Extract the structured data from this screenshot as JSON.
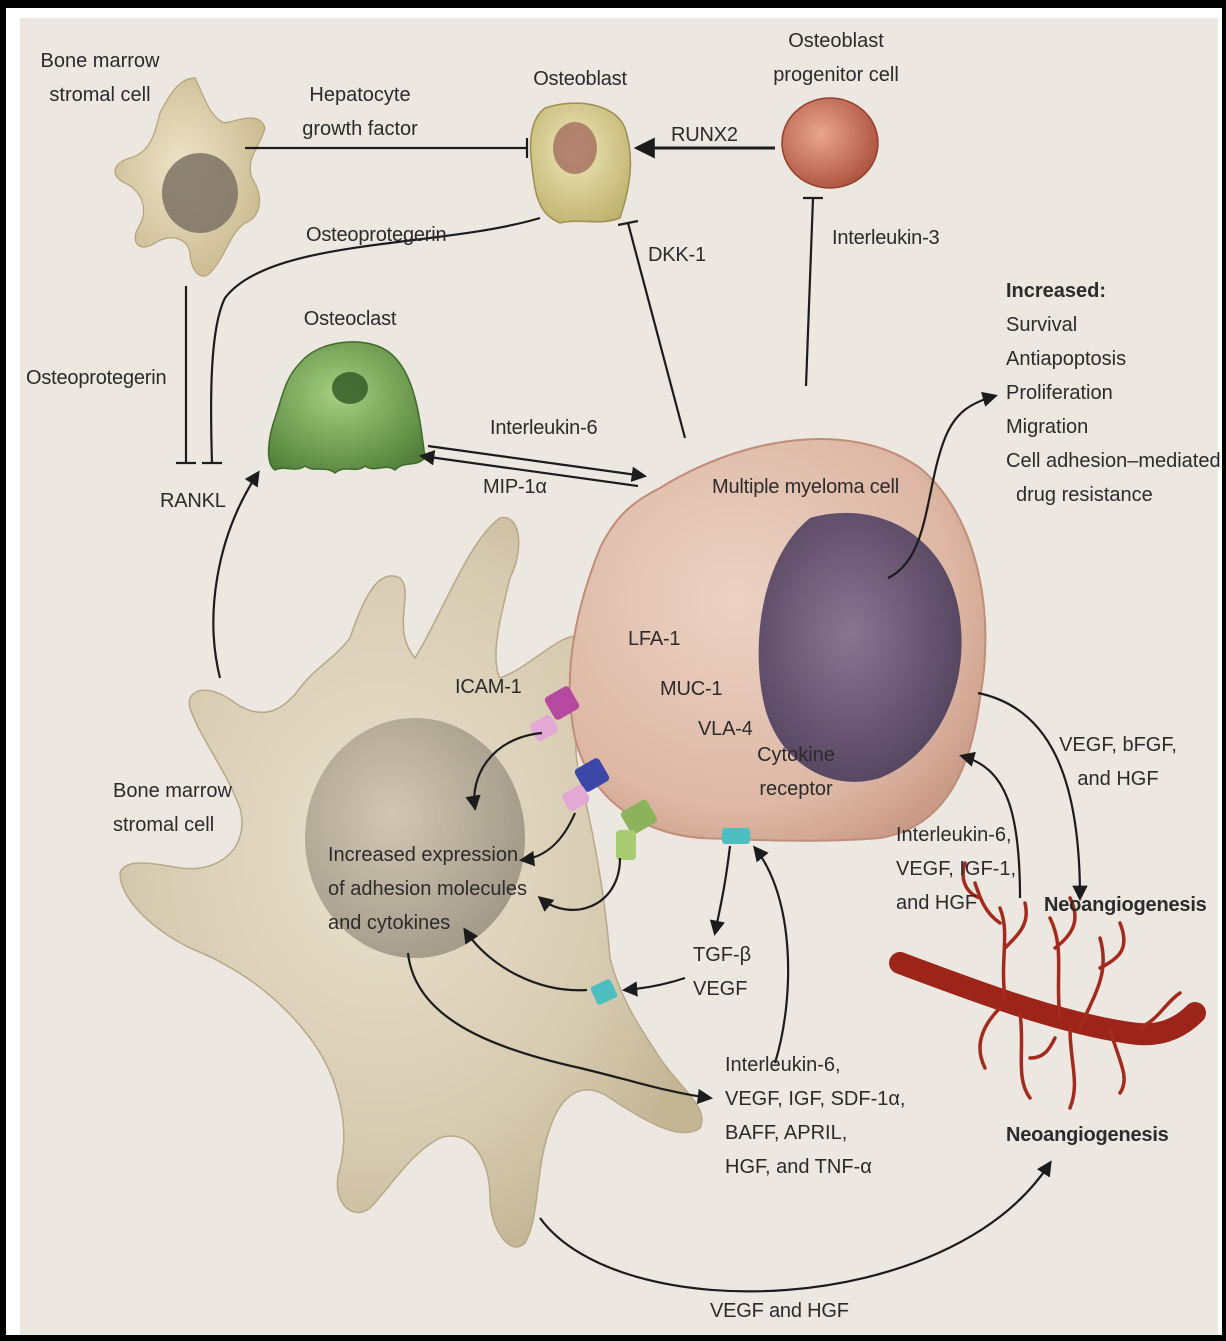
{
  "cells": {
    "stromal_top": [
      "Bone marrow",
      "stromal cell"
    ],
    "osteoblast": "Osteoblast",
    "progenitor": [
      "Osteoblast",
      "progenitor cell"
    ],
    "osteoclast": "Osteoclast",
    "myeloma": "Multiple myeloma cell",
    "stromal_bottom": [
      "Bone marrow",
      "stromal cell"
    ]
  },
  "factors": {
    "hgf": [
      "Hepatocyte",
      "growth factor"
    ],
    "runx2": "RUNX2",
    "osteoprotegerin_top": "Osteoprotegerin",
    "dkk1": "DKK-1",
    "interleukin3": "Interleukin-3",
    "osteoprotegerin_left": "Osteoprotegerin",
    "rankl": "RANKL",
    "interleukin6": "Interleukin-6",
    "mip1a": "MIP-1α",
    "lfa1": "LFA-1",
    "icam1": "ICAM-1",
    "muc1": "MUC-1",
    "vla4": "VLA-4",
    "cytokine_receptor": [
      "Cytokine",
      "receptor"
    ],
    "increased_expression": [
      "Increased expression",
      "of adhesion molecules",
      "and cytokines"
    ],
    "tgf_vegf": [
      "TGF-β",
      "VEGF"
    ],
    "secreted": [
      "Interleukin-6,",
      "VEGF, IGF, SDF-1α,",
      "BAFF, APRIL,",
      "HGF, and TNF-α"
    ],
    "myeloma_to_vessel": [
      "VEGF, bFGF,",
      "and HGF"
    ],
    "vessel_to_myeloma": [
      "Interleukin-6,",
      "VEGF, IGF-1,",
      "and HGF"
    ],
    "vegf_hgf_bottom": "VEGF and HGF"
  },
  "outcomes": {
    "heading": "Increased:",
    "items": [
      "Survival",
      "Antiapoptosis",
      "Proliferation",
      "Migration",
      "Cell adhesion–mediated",
      "drug resistance"
    ]
  },
  "neoangiogenesis": {
    "upper": "Neoangiogenesis",
    "lower": "Neoangiogenesis"
  },
  "colors": {
    "background": "#ece7e0",
    "stromal_cell": "#d8cdb4",
    "myeloma_cytoplasm": "#e3c2b2",
    "myeloma_nucleus": "#6c5a74",
    "osteoclast": "#79a659",
    "osteoblast": "#d9d09a",
    "progenitor": "#c8725a",
    "vessel": "#9c2418",
    "lfa1": "#b54aa0",
    "muc1": "#3d47a8",
    "vla4": "#8cb35c",
    "receptor": "#4dbfc0",
    "arrow": "#1c1c1c"
  }
}
